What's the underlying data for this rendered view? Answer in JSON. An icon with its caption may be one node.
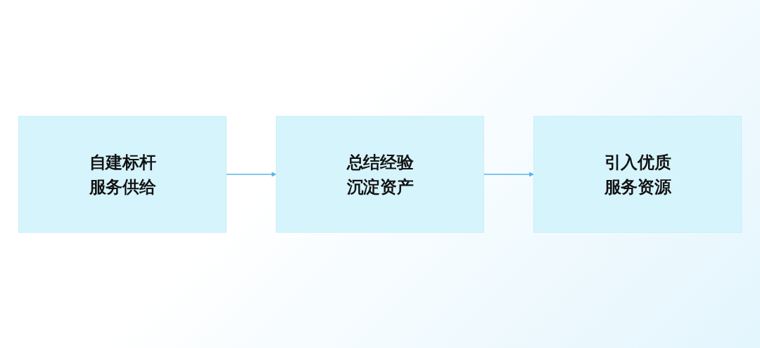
{
  "diagram": {
    "nodes": [
      {
        "text": [
          "自建标杆服务供给"
        ]
      },
      {
        "text": [
          "总结经验沉淀资产"
        ]
      },
      {
        "text": [
          "引入优质服务资源"
        ]
      }
    ],
    "edges": [
      {
        "from": 0,
        "to": 1,
        "arrow": "to"
      },
      {
        "from": 1,
        "to": 2,
        "arrow": "to"
      }
    ]
  }
}
